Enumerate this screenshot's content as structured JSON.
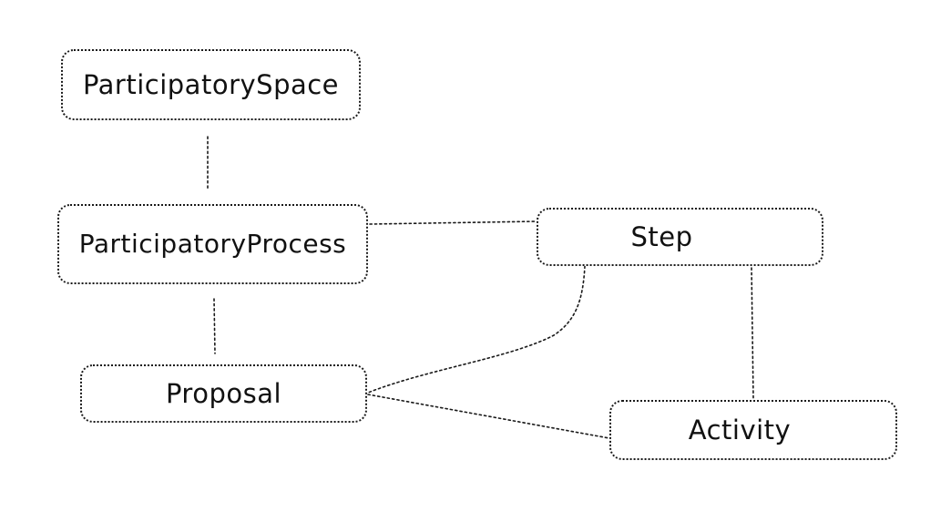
{
  "diagram": {
    "nodes": [
      {
        "id": "participatory-space",
        "label": "ParticipatorySpace"
      },
      {
        "id": "participatory-process",
        "label": "ParticipatoryProcess"
      },
      {
        "id": "step",
        "label": "Step"
      },
      {
        "id": "proposal",
        "label": "Proposal"
      },
      {
        "id": "activity",
        "label": "Activity"
      }
    ],
    "edges": [
      {
        "from": "participatory-space",
        "to": "participatory-process"
      },
      {
        "from": "participatory-process",
        "to": "step"
      },
      {
        "from": "participatory-process",
        "to": "proposal"
      },
      {
        "from": "step",
        "to": "proposal"
      },
      {
        "from": "step",
        "to": "activity"
      },
      {
        "from": "proposal",
        "to": "activity"
      }
    ],
    "line_color": "#1a1a1a",
    "line_style": "dotted"
  }
}
